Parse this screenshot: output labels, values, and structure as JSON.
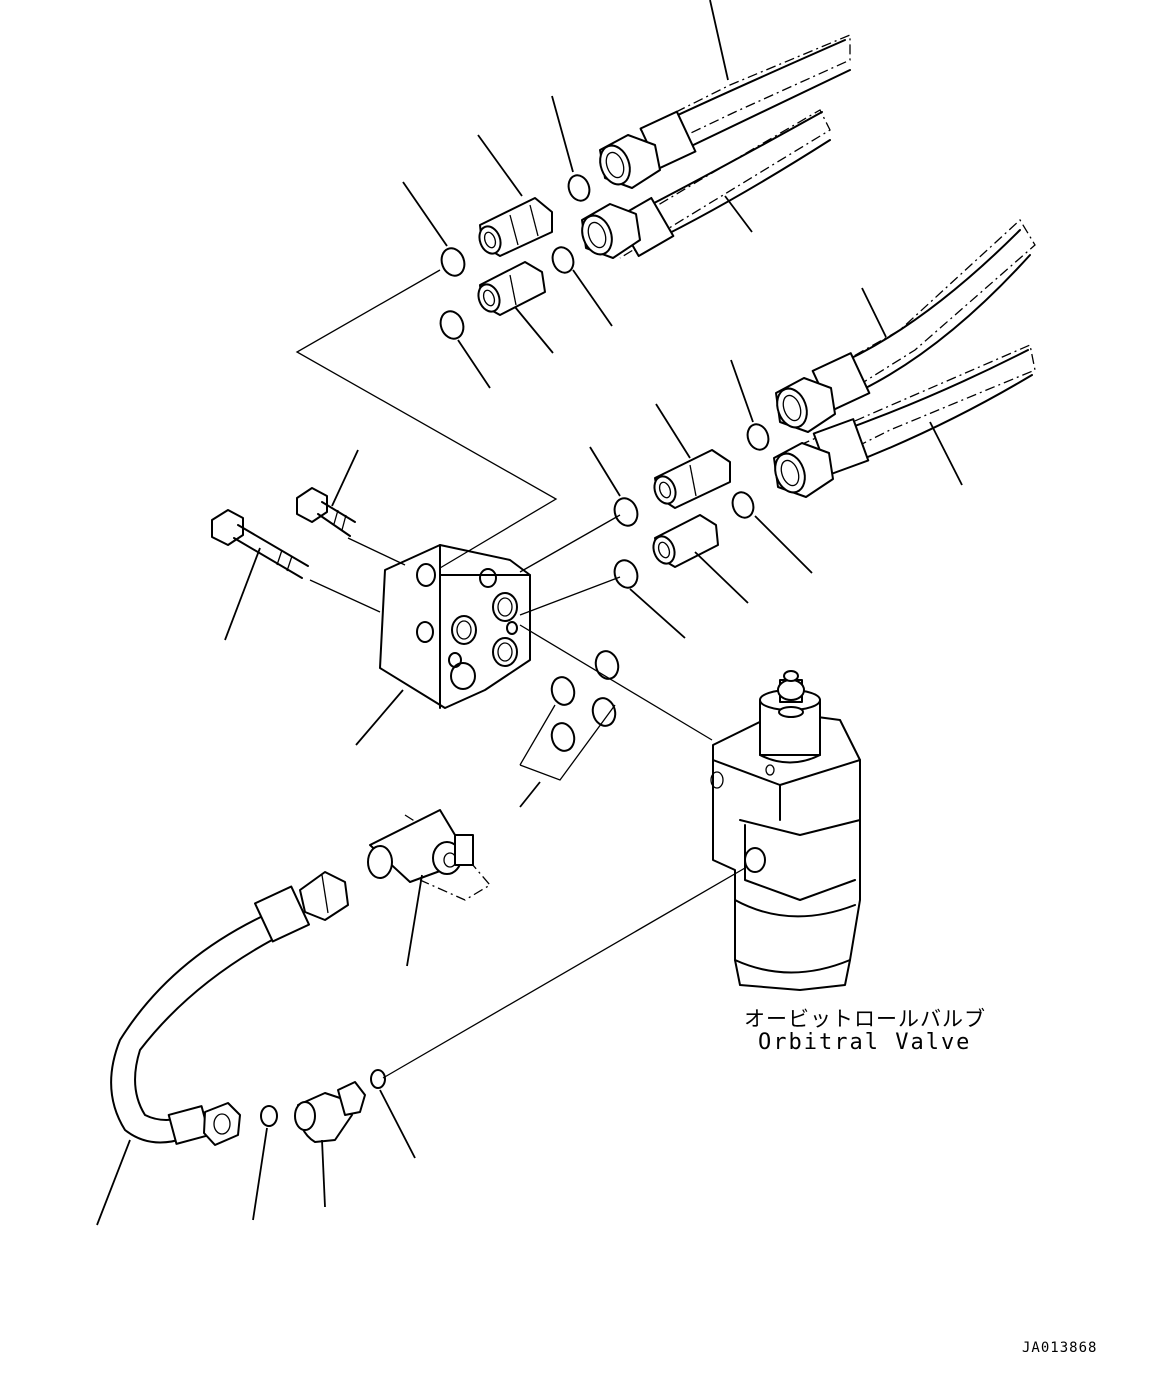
{
  "diagram": {
    "component_label_jp": "オービットロールバルブ",
    "component_label_en": "Orbitral Valve",
    "drawing_number": "JA013868"
  }
}
